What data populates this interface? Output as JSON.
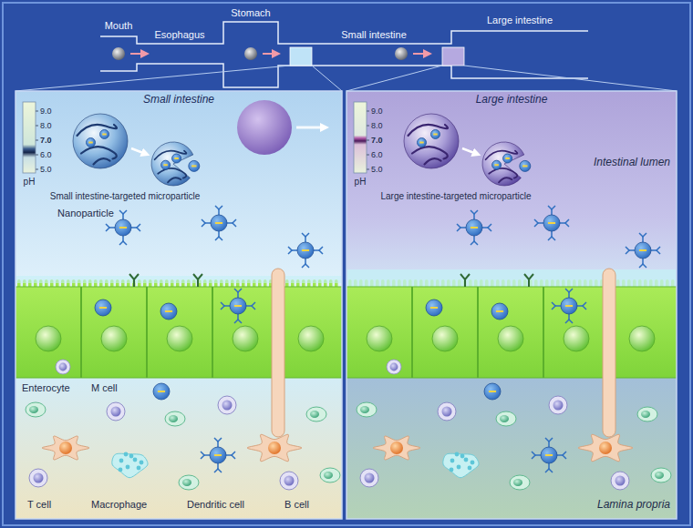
{
  "diagram": {
    "nodes": [
      {
        "text": [
          "Small intestine"
        ]
      },
      {
        "text": [
          "Large intestine"
        ]
      }
    ],
    "labels": [
      "Mouth",
      "Esophagus",
      "Stomach",
      "Small intestine",
      "Large intestine",
      "9.0",
      "8.0",
      "7.0",
      "6.0",
      "5.0",
      "pH",
      "Small intestine-targeted microparticle",
      "Nanoparticle",
      "Enterocyte",
      "M cell",
      "T cell",
      "Macrophage",
      "Dendritic cell",
      "B cell",
      "9.0",
      "8.0",
      "7.0",
      "6.0",
      "5.0",
      "pH",
      "Intestinal lumen",
      "Large intestine-targeted microparticle",
      "Lamina propria"
    ]
  }
}
